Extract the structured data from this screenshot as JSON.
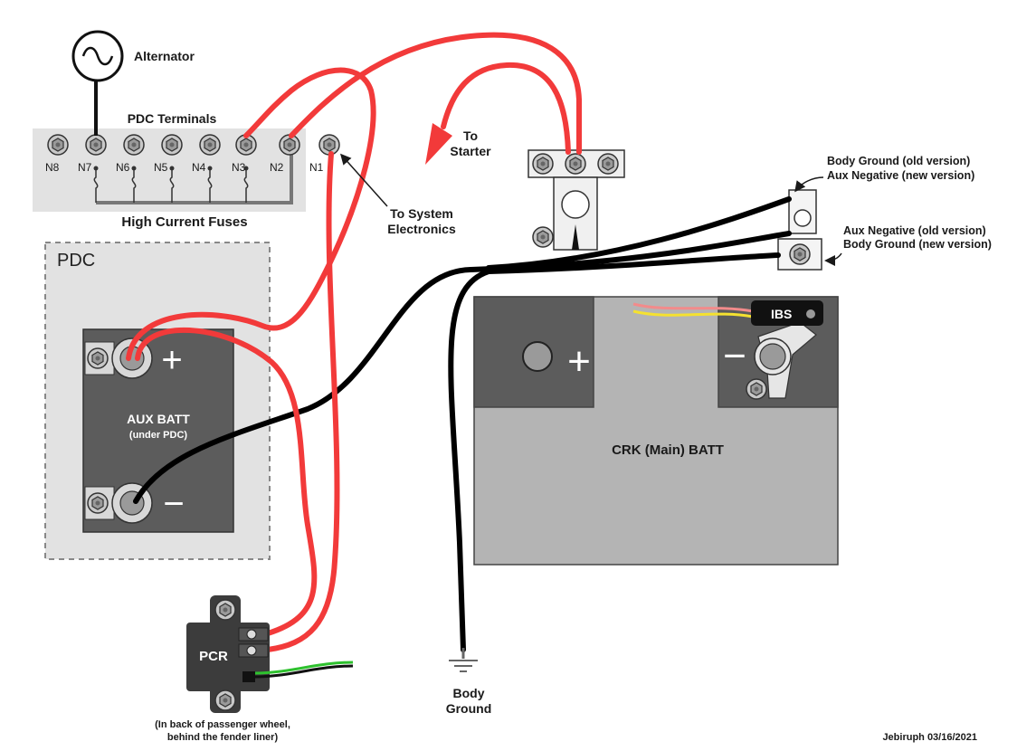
{
  "labels": {
    "alternator": "Alternator",
    "pdc_terminals": "PDC Terminals",
    "high_current_fuses": "High Current Fuses",
    "pdc": "PDC",
    "aux_batt": "AUX BATT",
    "aux_batt_sub": "(under PDC)",
    "plus": "+",
    "minus": "−",
    "to_starter_1": "To",
    "to_starter_2": "Starter",
    "to_system_1": "To System",
    "to_system_2": "Electronics",
    "body_ground_old": "Body Ground  (old version)",
    "aux_negative_new": "Aux Negative  (new version)",
    "aux_negative_old": "Aux Negative  (old version)",
    "body_ground_new": "Body Ground  (new version)",
    "ibs": "IBS",
    "crk_batt": "CRK (Main) BATT",
    "pcr": "PCR",
    "pcr_note_1": "(In back of passenger wheel,",
    "pcr_note_2": "behind the fender liner)",
    "body_ground_1": "Body",
    "body_ground_2": "Ground",
    "credit": "Jebiruph 03/16/2021"
  },
  "terminals": [
    "N8",
    "N7",
    "N6",
    "N5",
    "N4",
    "N3",
    "N2",
    "N1"
  ],
  "colors": {
    "red_cable": "#f23a3a",
    "black_cable": "#000000",
    "battery_dark": "#5c5c5c",
    "battery_light": "#b4b4b4",
    "panel_gray": "#e2e2e2"
  }
}
